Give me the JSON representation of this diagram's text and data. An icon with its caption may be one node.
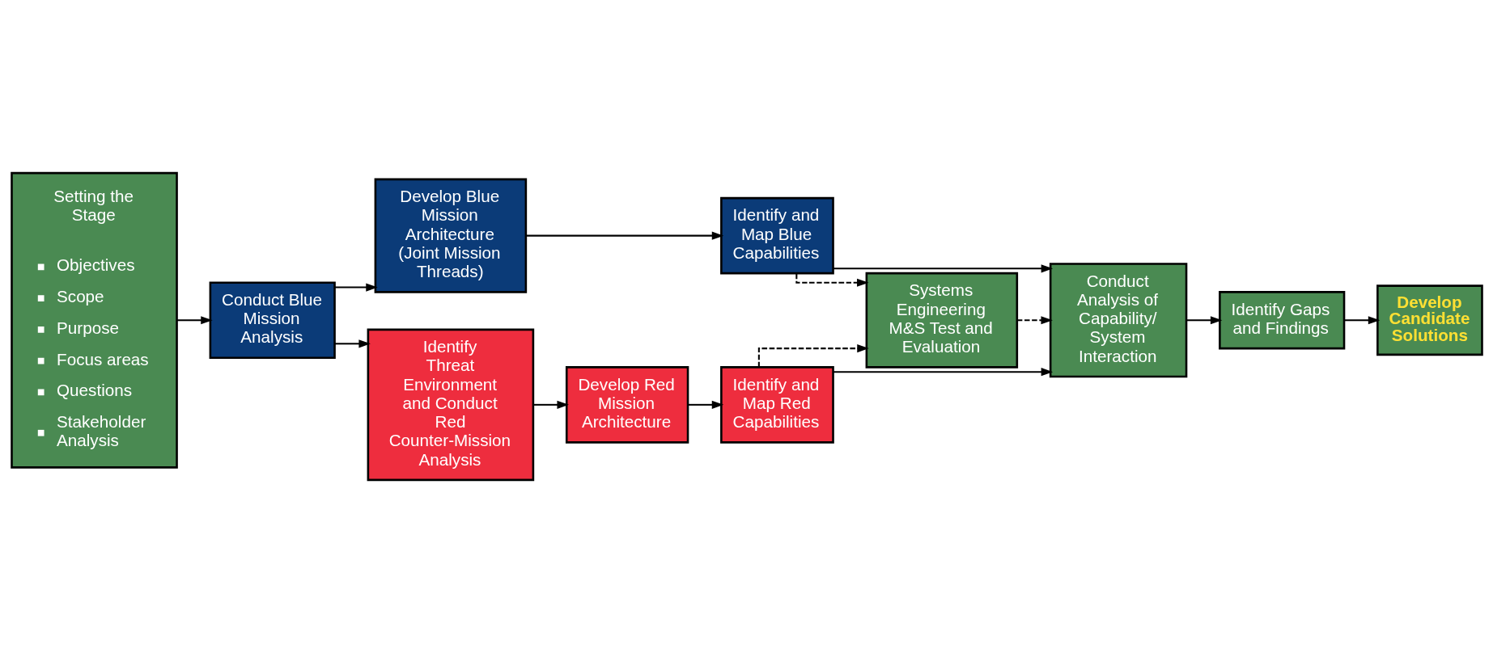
{
  "diagram": {
    "nodes": [
      {
        "text": [
          "Setting the Stage",
          "Objectives",
          "Scope",
          "Purpose",
          "Focus areas",
          "Questions",
          "Stakeholder Analysis"
        ]
      },
      {
        "text": [
          "Conduct Blue Mission Analysis"
        ]
      },
      {
        "text": [
          "Develop Blue Mission Architecture (Joint Mission Threads)"
        ]
      },
      {
        "text": [
          "Identify and Map Blue Capabilities"
        ]
      },
      {
        "text": [
          "Systems Engineering M&S Test and Evaluation"
        ]
      },
      {
        "text": [
          "Conduct Analysis of Capability/ System Interaction"
        ]
      },
      {
        "text": [
          "Identify Gaps and Findings"
        ]
      },
      {
        "text": [
          "Develop Candidate Solutions"
        ]
      },
      {
        "text": [
          "Identify Threat Environment and Conduct Red Counter-Mission Analysis"
        ]
      },
      {
        "text": [
          "Develop Red Mission Architecture"
        ]
      },
      {
        "text": [
          "Identify and Map Red Capabilities"
        ]
      }
    ],
    "edges": [
      {
        "from": 0,
        "to": 1,
        "arrow": "to"
      },
      {
        "from": 1,
        "to": 2,
        "arrow": "to"
      },
      {
        "from": 2,
        "to": 3,
        "arrow": "to"
      },
      {
        "from": 3,
        "to": 4,
        "arrow": "to",
        "style": "dashed"
      },
      {
        "from": 3,
        "to": 5,
        "arrow": "to"
      },
      {
        "from": 1,
        "to": 8,
        "arrow": "to"
      },
      {
        "from": 8,
        "to": 9,
        "arrow": "to"
      },
      {
        "from": 9,
        "to": 10,
        "arrow": "to"
      },
      {
        "from": 10,
        "to": 4,
        "arrow": "to",
        "style": "dashed"
      },
      {
        "from": 10,
        "to": 5,
        "arrow": "to"
      },
      {
        "from": 4,
        "to": 5,
        "arrow": "to",
        "style": "dashed"
      },
      {
        "from": 5,
        "to": 6,
        "arrow": "to"
      },
      {
        "from": 6,
        "to": 7,
        "arrow": "to"
      }
    ]
  }
}
